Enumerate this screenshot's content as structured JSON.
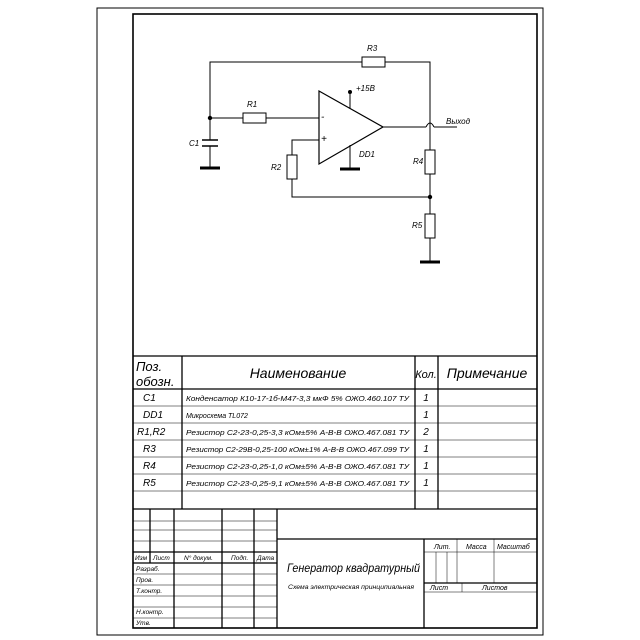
{
  "schematic": {
    "labels": {
      "r1": "R1",
      "r2": "R2",
      "r3": "R3",
      "r4": "R4",
      "r5": "R5",
      "c1": "C1",
      "dd1": "DD1",
      "supply": "+15В",
      "output": "Выход",
      "minus": "-",
      "plus": "+"
    }
  },
  "bom": {
    "headers": {
      "pos1": "Поз.",
      "pos2": "обозн.",
      "name": "Наименование",
      "qty": "Кол.",
      "note": "Примечание"
    },
    "rows": [
      {
        "pos": "C1",
        "name": "Конденсатор К10-17-1б-М47-3,3 мкФ 5% ОЖО.460.107 ТУ",
        "qty": "1",
        "note": ""
      },
      {
        "pos": "DD1",
        "name": "Микросхема TL072",
        "qty": "1",
        "note": ""
      },
      {
        "pos": "R1,R2",
        "name": "Резистор С2-23-0,25-3,3 кОм±5% А-В-В ОЖО.467.081 ТУ",
        "qty": "2",
        "note": ""
      },
      {
        "pos": "R3",
        "name": "Резистор С2-29В-0,25-100 кОм±1% А-В-В ОЖО.467.099 ТУ",
        "qty": "1",
        "note": ""
      },
      {
        "pos": "R4",
        "name": "Резистор С2-23-0,25-1,0 кОм±5% А-В-В ОЖО.467.081 ТУ",
        "qty": "1",
        "note": ""
      },
      {
        "pos": "R5",
        "name": "Резистор С2-23-0,25-9,1 кОм±5% А-В-В ОЖО.467.081 ТУ",
        "qty": "1",
        "note": ""
      }
    ]
  },
  "title_block": {
    "cols": {
      "izm": "Изм",
      "list": "Лист",
      "doc": "N° докум.",
      "sign": "Подп.",
      "date": "Дата"
    },
    "roles": {
      "razrab": "Разраб.",
      "prov": "Пров.",
      "tkontr": "Т.контр.",
      "nkontr": "Н.контр.",
      "utv": "Утв."
    },
    "title": "Генератор квадратурный",
    "subtitle": "Схема электрическая принципиальная",
    "lit": "Лит.",
    "mass": "Масса",
    "scale": "Масштаб",
    "sheet": "Лист",
    "sheets": "Листов"
  }
}
